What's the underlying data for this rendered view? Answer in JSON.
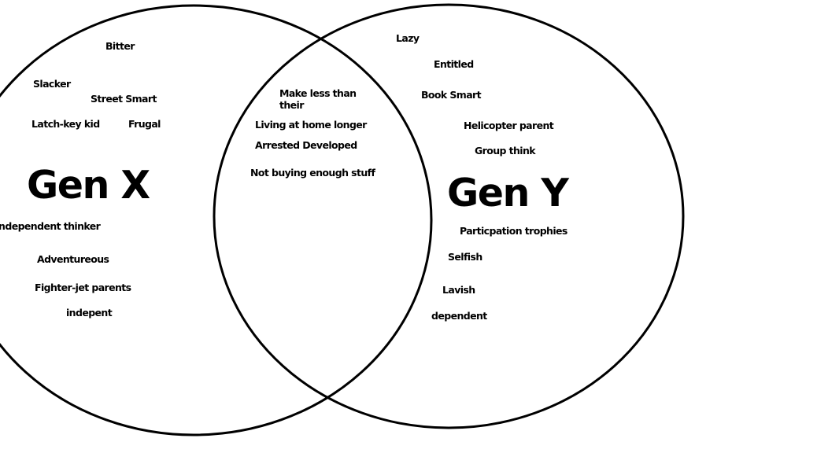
{
  "gen_x": {
    "title": "Gen X",
    "traits": {
      "bitter": "Bitter",
      "slacker": "Slacker",
      "street_smart": "Street Smart",
      "latch_key": "Latch-key kid",
      "frugal": "Frugal",
      "independent_thinker": "Independent thinker",
      "adventureous": "Adventureous",
      "fighter_jet": "Fighter-jet parents",
      "indepent": "indepent"
    }
  },
  "gen_y": {
    "title": "Gen Y",
    "traits": {
      "lazy": "Lazy",
      "entitled": "Entitled",
      "book_smart": "Book Smart",
      "helicopter": "Helicopter parent",
      "group_think": "Group think",
      "trophies": "Particpation trophies",
      "selfish": "Selfish",
      "lavish": "Lavish",
      "dependent": "dependent"
    }
  },
  "shared": {
    "make_less": "Make less than their",
    "living_home": "Living at home longer",
    "arrested": "Arrested Developed",
    "not_buying": "Not buying enough stuff"
  }
}
